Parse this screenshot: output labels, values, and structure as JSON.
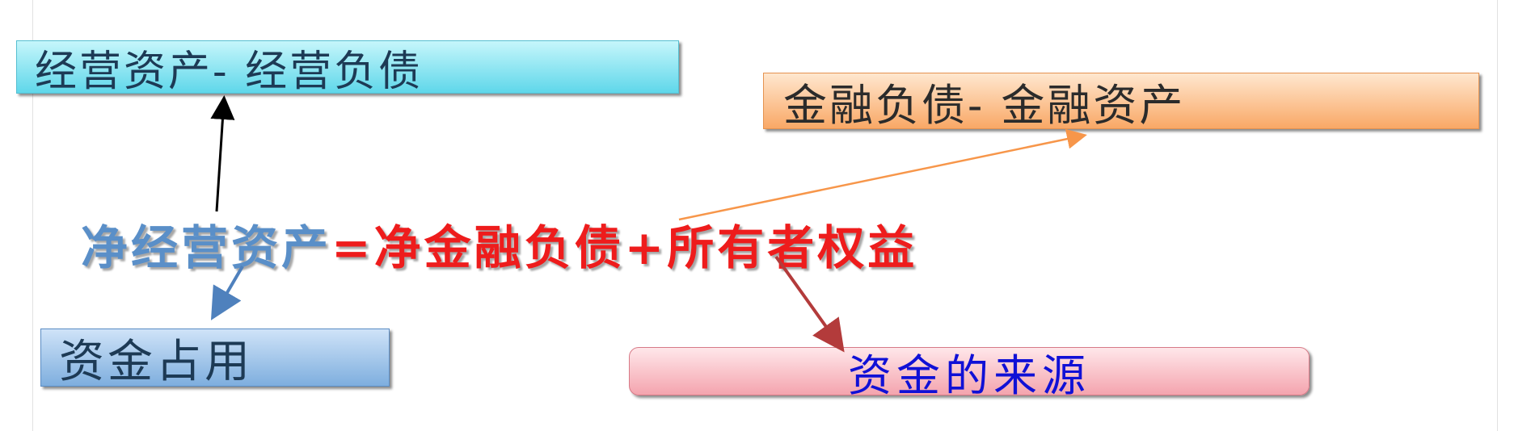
{
  "diagram": {
    "operating_box": {
      "label": "经营资产-  经营负债"
    },
    "financial_box": {
      "label": "金融负债-  金融资产"
    },
    "equation": {
      "left_term": "净经营资产",
      "right_side": "=净金融负债+所有者权益"
    },
    "occupancy_box": {
      "label": "资金占用"
    },
    "sources_box": {
      "label": "资金的来源"
    }
  },
  "colors": {
    "arrow_operating": "#000000",
    "arrow_financial": "#f7964a",
    "arrow_occupancy": "#4f81bd",
    "arrow_sources": "#b33b3b",
    "equation_left": "#5a8fc8",
    "equation_right": "#ee1c1c",
    "sources_text": "#1010d6"
  }
}
